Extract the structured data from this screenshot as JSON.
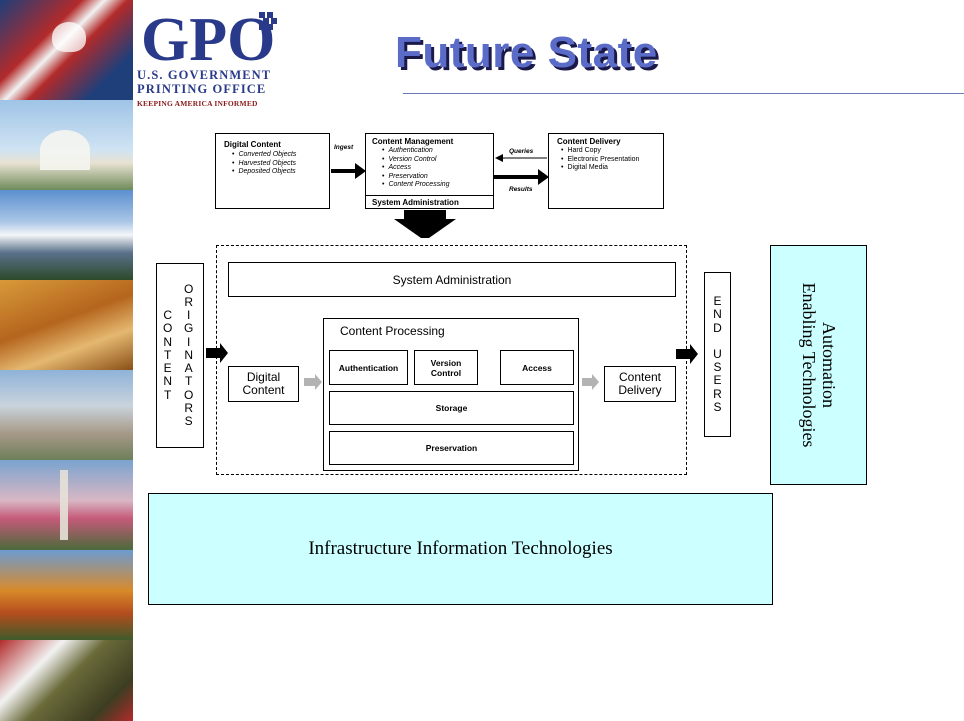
{
  "logo": {
    "line1": "U.S. GOVERNMENT",
    "line2": "PRINTING OFFICE",
    "tagline": "KEEPING AMERICA INFORMED"
  },
  "title": "Future State",
  "top_flow": {
    "digital_content": {
      "title": "Digital Content",
      "items": [
        "Converted Objects",
        "Harvested Objects",
        "Deposited Objects"
      ]
    },
    "ingest_label": "Ingest",
    "content_management": {
      "title": "Content Management",
      "items": [
        "Authentication",
        "Version Control",
        "Access",
        "Preservation",
        "Content Processing"
      ],
      "admin": "System Administration"
    },
    "queries_label": "Queries",
    "results_label": "Results",
    "content_delivery": {
      "title": "Content Delivery",
      "items": [
        "Hard Copy",
        "Electronic Presentation",
        "Digital Media"
      ]
    }
  },
  "main": {
    "content_originators": {
      "col1": [
        "C",
        "O",
        "N",
        "T",
        "E",
        "N",
        "T"
      ],
      "col2": [
        "O",
        "R",
        "I",
        "G",
        "I",
        "N",
        "A",
        "T",
        "O",
        "R",
        "S"
      ]
    },
    "system_administration": "System Administration",
    "content_processing": "Content Processing",
    "authentication": "Authentication",
    "version_control_1": "Version",
    "version_control_2": "Control",
    "access": "Access",
    "storage": "Storage",
    "preservation": "Preservation",
    "digital_content_1": "Digital",
    "digital_content_2": "Content",
    "content_delivery_1": "Content",
    "content_delivery_2": "Delivery",
    "end_users": [
      "E",
      "N",
      "D",
      "",
      "U",
      "S",
      "E",
      "R",
      "S"
    ],
    "automation_1": "Automation",
    "automation_2": "Enabling Technologies",
    "infrastructure": "Infrastructure Information Technologies"
  },
  "colors": {
    "title": "#5b6bc8",
    "accent_box": "#ccffff",
    "logo_blue": "#2a3a8a"
  }
}
